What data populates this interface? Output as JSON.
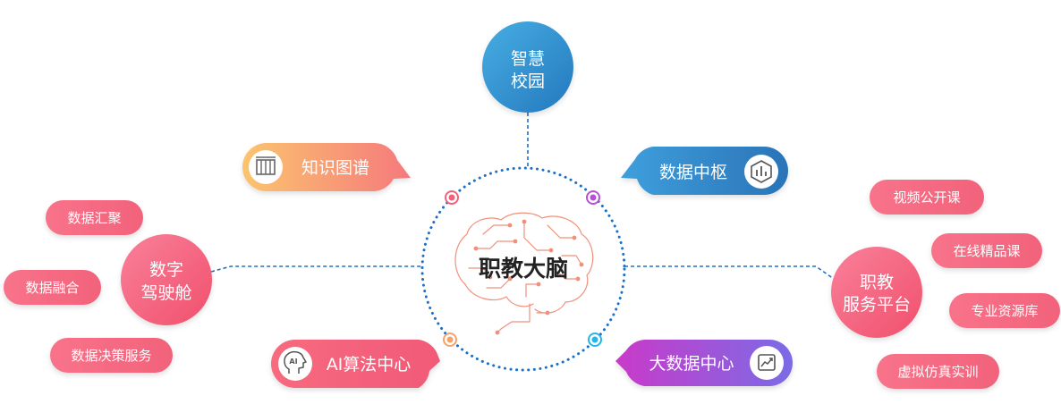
{
  "center": {
    "title": "职教大脑"
  },
  "top_node": {
    "line1": "智慧",
    "line2": "校园"
  },
  "left_hub": {
    "line1": "数字",
    "line2": "驾驶舱"
  },
  "right_hub": {
    "line1": "职教",
    "line2": "服务平台"
  },
  "bubbles": {
    "knowledge_graph": "知识图谱",
    "data_hub": "数据中枢",
    "ai_center": "AI算法中心",
    "bigdata_center": "大数据中心"
  },
  "left_pills": [
    "数据汇聚",
    "数据融合",
    "数据决策服务"
  ],
  "right_pills": [
    "视频公开课",
    "在线精品课",
    "专业资源库",
    "虚拟仿真实训"
  ],
  "icons": {
    "knowledge_graph": "books-icon",
    "data_hub": "data-chart-icon",
    "ai_center": "ai-head-icon",
    "bigdata_center": "trend-chart-icon"
  },
  "colors": {
    "blue": "#2f8fd0",
    "pink": "#f4657c",
    "orange": "#f6ab6b",
    "purple": "#b03fd6",
    "line": "#1f6fc6"
  }
}
